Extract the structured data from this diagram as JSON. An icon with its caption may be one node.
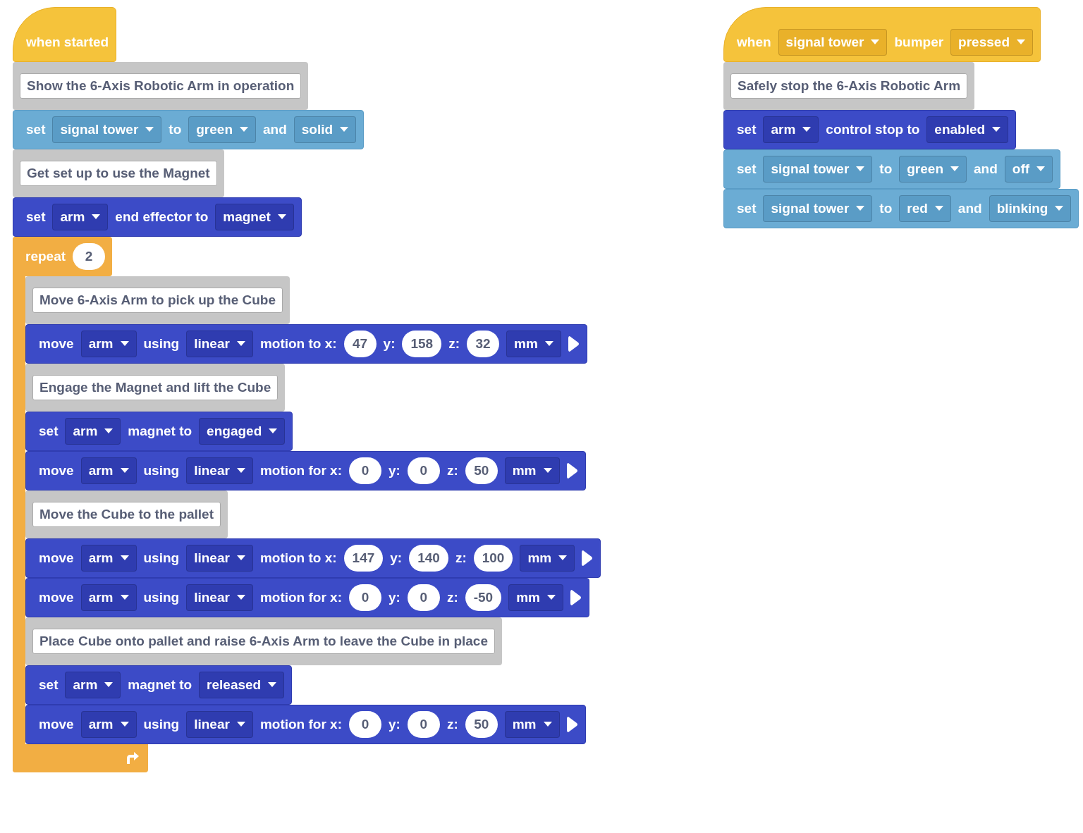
{
  "diagram": {
    "nodes": [
      {
        "text": [
          "when started"
        ]
      },
      {
        "text": [
          "Show the 6-Axis Robotic Arm in operation"
        ]
      },
      {
        "text": [
          "set",
          "to",
          "and"
        ]
      },
      {
        "text": [
          "signal tower"
        ],
        "in": 2
      },
      {
        "text": [
          "green"
        ],
        "in": 2
      },
      {
        "text": [
          "solid"
        ],
        "in": 2
      },
      {
        "text": [
          "Get set up to use the Magnet"
        ]
      },
      {
        "text": [
          "set",
          "end effector to"
        ]
      },
      {
        "text": [
          "arm"
        ],
        "in": 7
      },
      {
        "text": [
          "magnet"
        ],
        "in": 7
      },
      {
        "text": [
          "repeat"
        ]
      },
      {
        "text": [
          "2"
        ],
        "in": 10
      },
      {
        "text": [
          "Move 6-Axis Arm to pick up the Cube"
        ],
        "in": 10
      },
      {
        "text": [
          "move",
          "using",
          "motion to x:",
          "y:",
          "z:"
        ],
        "in": 10
      },
      {
        "text": [
          "arm"
        ],
        "in": 13
      },
      {
        "text": [
          "linear"
        ],
        "in": 13
      },
      {
        "text": [
          "47"
        ],
        "in": 13
      },
      {
        "text": [
          "158"
        ],
        "in": 13
      },
      {
        "text": [
          "32"
        ],
        "in": 13
      },
      {
        "text": [
          "mm"
        ],
        "in": 13
      },
      {
        "text": [
          "Engage the Magnet and lift the Cube"
        ],
        "in": 10
      },
      {
        "text": [
          "set",
          "magnet to"
        ],
        "in": 10
      },
      {
        "text": [
          "arm"
        ],
        "in": 21
      },
      {
        "text": [
          "engaged"
        ],
        "in": 21
      },
      {
        "text": [
          "move",
          "using",
          "motion for x:",
          "y:",
          "z:"
        ],
        "in": 10
      },
      {
        "text": [
          "arm"
        ],
        "in": 24
      },
      {
        "text": [
          "linear"
        ],
        "in": 24
      },
      {
        "text": [
          "0"
        ],
        "in": 24
      },
      {
        "text": [
          "0"
        ],
        "in": 24
      },
      {
        "text": [
          "50"
        ],
        "in": 24
      },
      {
        "text": [
          "mm"
        ],
        "in": 24
      },
      {
        "text": [
          "Move the Cube to the pallet"
        ],
        "in": 10
      },
      {
        "text": [
          "move",
          "using",
          "motion to x:",
          "y:",
          "z:"
        ],
        "in": 10
      },
      {
        "text": [
          "arm"
        ],
        "in": 32
      },
      {
        "text": [
          "linear"
        ],
        "in": 32
      },
      {
        "text": [
          "147"
        ],
        "in": 32
      },
      {
        "text": [
          "140"
        ],
        "in": 32
      },
      {
        "text": [
          "100"
        ],
        "in": 32
      },
      {
        "text": [
          "mm"
        ],
        "in": 32
      },
      {
        "text": [
          "move",
          "using",
          "motion for x:",
          "y:",
          "z:"
        ],
        "in": 10
      },
      {
        "text": [
          "arm"
        ],
        "in": 39
      },
      {
        "text": [
          "linear"
        ],
        "in": 39
      },
      {
        "text": [
          "0"
        ],
        "in": 39
      },
      {
        "text": [
          "0"
        ],
        "in": 39
      },
      {
        "text": [
          "-50"
        ],
        "in": 39
      },
      {
        "text": [
          "mm"
        ],
        "in": 39
      },
      {
        "text": [
          "Place Cube onto pallet and raise 6-Axis Arm to leave the Cube in place"
        ],
        "in": 10
      },
      {
        "text": [
          "set",
          "magnet to"
        ],
        "in": 10
      },
      {
        "text": [
          "arm"
        ],
        "in": 47
      },
      {
        "text": [
          "released"
        ],
        "in": 47
      },
      {
        "text": [
          "move",
          "using",
          "motion for x:",
          "y:",
          "z:"
        ],
        "in": 10
      },
      {
        "text": [
          "arm"
        ],
        "in": 50
      },
      {
        "text": [
          "linear"
        ],
        "in": 50
      },
      {
        "text": [
          "0"
        ],
        "in": 50
      },
      {
        "text": [
          "0"
        ],
        "in": 50
      },
      {
        "text": [
          "50"
        ],
        "in": 50
      },
      {
        "text": [
          "mm"
        ],
        "in": 50
      },
      {
        "text": [
          "when",
          "bumper"
        ]
      },
      {
        "text": [
          "signal tower"
        ],
        "in": 57
      },
      {
        "text": [
          "pressed"
        ],
        "in": 57
      },
      {
        "text": [
          "Safely stop the 6-Axis Robotic Arm"
        ]
      },
      {
        "text": [
          "set",
          "control stop to"
        ]
      },
      {
        "text": [
          "arm"
        ],
        "in": 61
      },
      {
        "text": [
          "enabled"
        ],
        "in": 61
      },
      {
        "text": [
          "set",
          "to",
          "and"
        ]
      },
      {
        "text": [
          "signal tower"
        ],
        "in": 64
      },
      {
        "text": [
          "green"
        ],
        "in": 64
      },
      {
        "text": [
          "off"
        ],
        "in": 64
      },
      {
        "text": [
          "set",
          "to",
          "and"
        ]
      },
      {
        "text": [
          "signal tower"
        ],
        "in": 68
      },
      {
        "text": [
          "red"
        ],
        "in": 68
      },
      {
        "text": [
          "blinking"
        ],
        "in": 68
      }
    ]
  }
}
